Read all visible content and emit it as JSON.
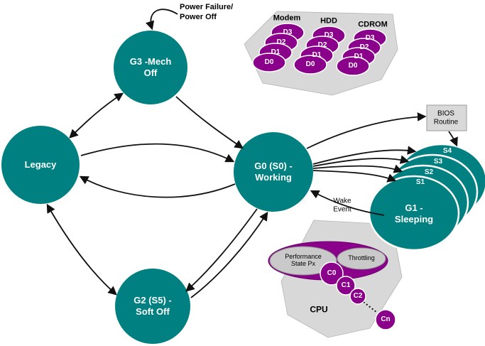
{
  "colors": {
    "teal": "#008080",
    "purple": "#8b008b",
    "region_gray": "#d8d8d8"
  },
  "nodes": {
    "g3": "G3 -Mech\nOff",
    "legacy": "Legacy",
    "g0": "G0 (S0) -\nWorking",
    "g2": "G2 (S5) -\nSoft Off",
    "g1": "G1 -\nSleeping"
  },
  "sleep_states": [
    "S4",
    "S3",
    "S2",
    "S1"
  ],
  "annotations": {
    "power_failure": "Power Failure/\nPower Off",
    "wake_event": "Wake\nEvent",
    "bios_routine": "BIOS\nRoutine"
  },
  "devices": [
    {
      "name": "Modem",
      "states": [
        "D3",
        "D2",
        "D1",
        "D0"
      ]
    },
    {
      "name": "HDD",
      "states": [
        "D3",
        "D2",
        "D1",
        "D0"
      ]
    },
    {
      "name": "CDROM",
      "states": [
        "D3",
        "D2",
        "D1",
        "D0"
      ]
    }
  ],
  "cpu": {
    "label": "CPU",
    "performance_state": "Performance\nState Px",
    "throttling": "Throttling",
    "c_states": [
      "C0",
      "C1",
      "C2",
      "Cn"
    ]
  }
}
